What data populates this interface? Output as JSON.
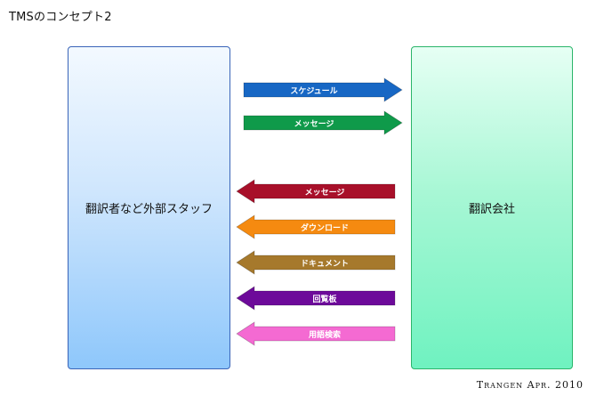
{
  "title": "TMSのコンセプト2",
  "left_box": {
    "label": "翻訳者など外部スタッフ"
  },
  "right_box": {
    "label": "翻訳会社"
  },
  "arrows": [
    {
      "label": "スケジュール",
      "direction": "right",
      "color": "#1767c4"
    },
    {
      "label": "メッセージ",
      "direction": "right",
      "color": "#0f9a4a"
    },
    {
      "label": "メッセージ",
      "direction": "left",
      "color": "#a8102a"
    },
    {
      "label": "ダウンロード",
      "direction": "left",
      "color": "#f58a10"
    },
    {
      "label": "ドキュメント",
      "direction": "left",
      "color": "#a6792c"
    },
    {
      "label": "回覧板",
      "direction": "left",
      "color": "#6d0a9a"
    },
    {
      "label": "用語検索",
      "direction": "left",
      "color": "#f46ad2"
    }
  ],
  "footer": "Trangen Apr. 2010"
}
